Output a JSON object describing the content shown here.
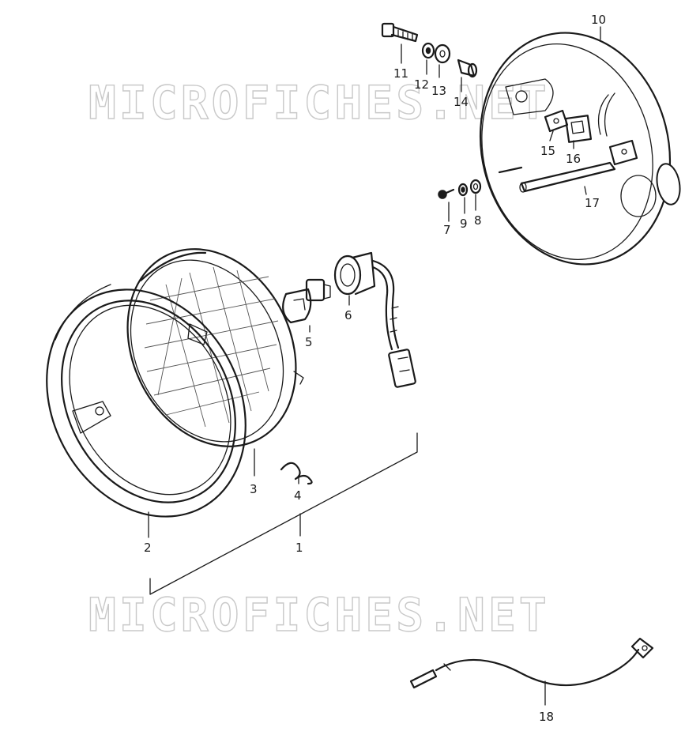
{
  "watermark": {
    "top": "MICROFICHES.NET",
    "bottom": "MICROFICHES.NET"
  },
  "callouts": {
    "p1": "1",
    "p2": "2",
    "p3": "3",
    "p4": "4",
    "p5": "5",
    "p6": "6",
    "p7": "7",
    "p8": "8",
    "p9": "9",
    "p10": "10",
    "p11": "11",
    "p12": "12",
    "p13": "13",
    "p14": "14",
    "p15": "15",
    "p16": "16",
    "p17": "17",
    "p18": "18"
  },
  "colors": {
    "ink": "#1a1a1a",
    "watermark_outline": "#c9c9c9",
    "background": "#ffffff"
  }
}
